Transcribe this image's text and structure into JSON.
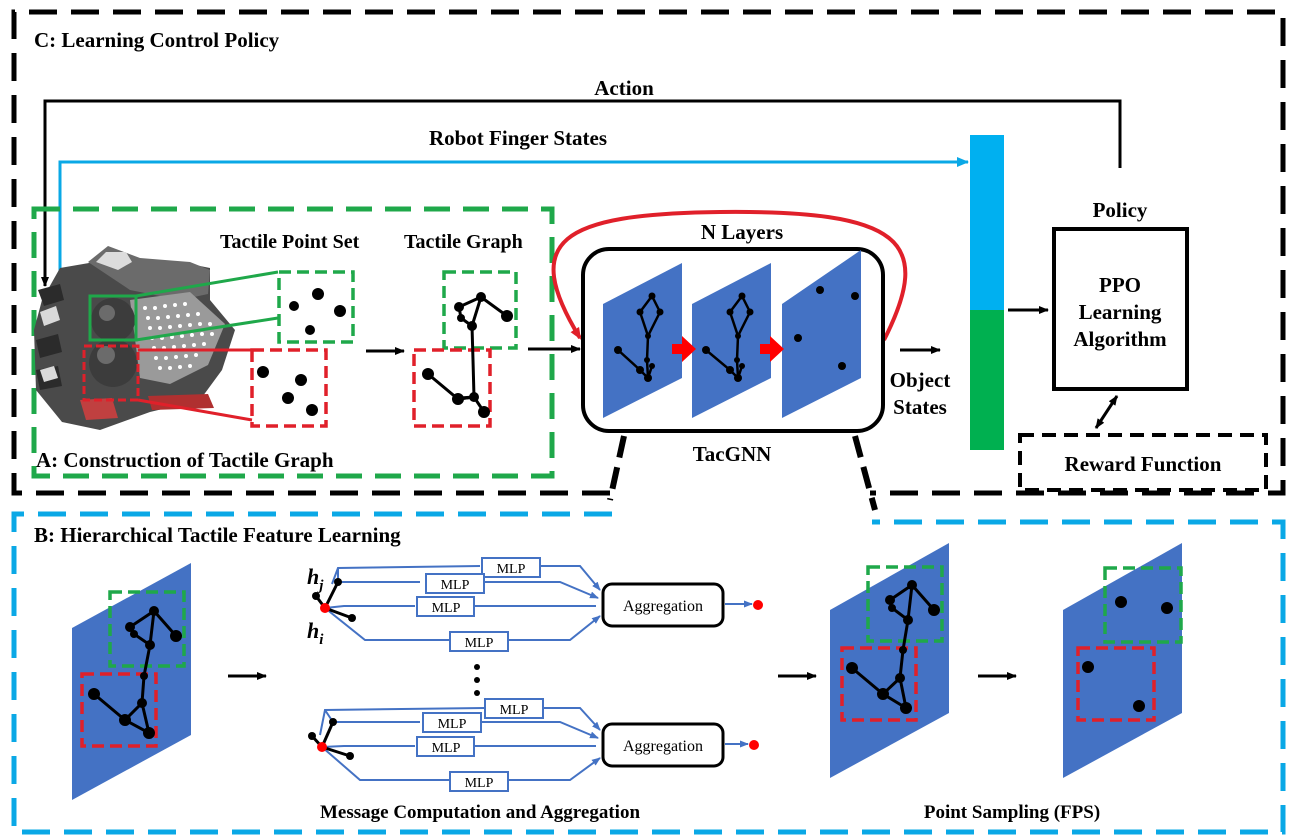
{
  "panels": {
    "c_title": "C: Learning Control Policy",
    "a_title": "A: Construction of Tactile Graph",
    "b_title": "B: Hierarchical Tactile Feature Learning"
  },
  "labels": {
    "action": "Action",
    "robot_finger_states": "Robot Finger States",
    "tactile_point_set": "Tactile Point Set",
    "tactile_graph": "Tactile Graph",
    "n_layers": "N Layers",
    "tacgnn": "TacGNN",
    "object_states_1": "Object",
    "object_states_2": "States",
    "policy": "Policy",
    "ppo_1": "PPO",
    "ppo_2": "Learning",
    "ppo_3": "Algorithm",
    "reward_function": "Reward Function",
    "mlp": "MLP",
    "aggregation": "Aggregation",
    "h_j_base": "h",
    "h_j_sub": "j",
    "h_i_base": "h",
    "h_i_sub": "i",
    "ellipsis": "⋮",
    "message_computation": "Message Computation and Aggregation",
    "point_sampling": "Point Sampling (FPS)"
  },
  "colors": {
    "green_dash": "#1fa84a",
    "red_dash": "#e0202a",
    "cyan": "#0aa8e6",
    "green_bar": "#00b050",
    "blue_plane": "#4472c4",
    "arrow_blue": "#4472c4",
    "red_arrow": "#ff0000"
  }
}
